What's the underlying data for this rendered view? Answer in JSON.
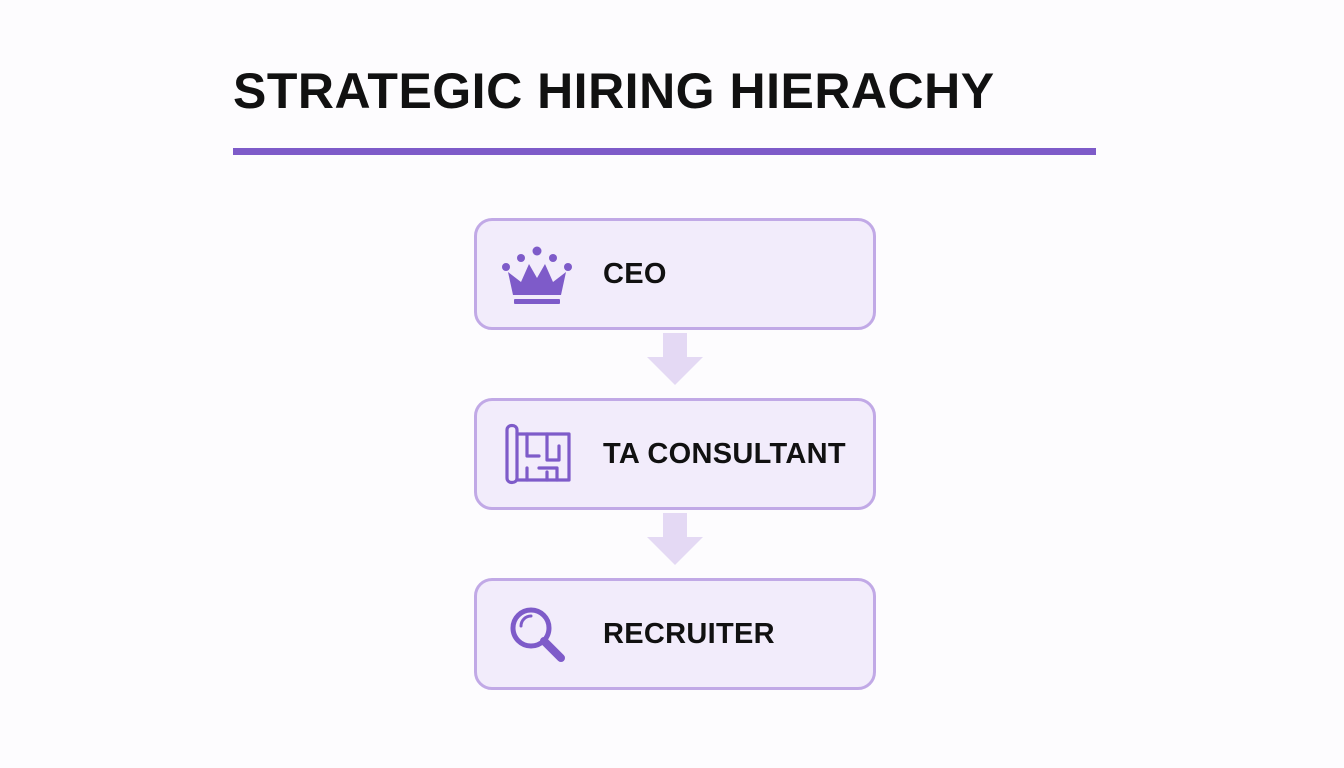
{
  "title": "STRATEGIC HIRING HIERACHY",
  "colors": {
    "accent": "#7e5bc9",
    "node_border": "#c1a9e6",
    "node_fill": "#f2ecfb",
    "arrow": "#e4d9f4"
  },
  "nodes": [
    {
      "label": "CEO",
      "icon": "crown-icon"
    },
    {
      "label": "TA CONSULTANT",
      "icon": "blueprint-icon"
    },
    {
      "label": "RECRUITER",
      "icon": "magnifier-icon"
    }
  ],
  "connectors": [
    {
      "from": "CEO",
      "to": "TA CONSULTANT"
    },
    {
      "from": "TA CONSULTANT",
      "to": "RECRUITER"
    }
  ]
}
